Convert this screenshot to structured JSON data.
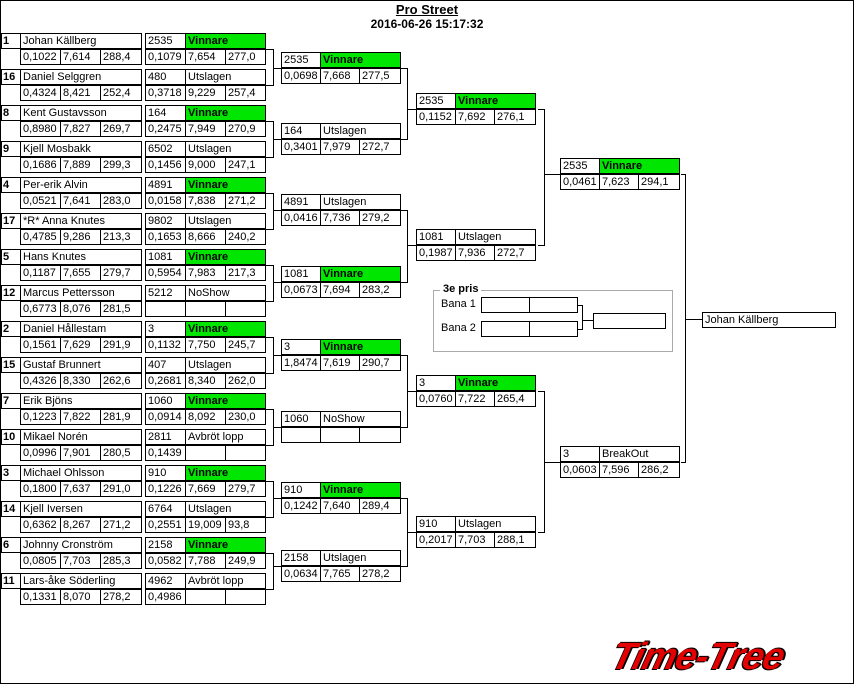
{
  "title": "Pro Street",
  "datetime": "2016-06-26 15:17:32",
  "first_round": [
    {
      "seed": "1",
      "name": "Johan Källberg",
      "rt": "0,1022",
      "et": "7,614",
      "speed": "288,4",
      "rc": "2535",
      "status": "Vinnare",
      "r2": "0,1079",
      "r3": "7,654",
      "r4": "277,0"
    },
    {
      "seed": "16",
      "name": "Daniel Selggren",
      "rt": "0,4324",
      "et": "8,421",
      "speed": "252,4",
      "rc": "480",
      "status": "Utslagen",
      "r2": "0,3718",
      "r3": "9,229",
      "r4": "257,4"
    },
    {
      "seed": "8",
      "name": "Kent Gustavsson",
      "rt": "0,8980",
      "et": "7,827",
      "speed": "269,7",
      "rc": "164",
      "status": "Vinnare",
      "r2": "0,2475",
      "r3": "7,949",
      "r4": "270,9"
    },
    {
      "seed": "9",
      "name": "Kjell Mosbakk",
      "rt": "0,1686",
      "et": "7,889",
      "speed": "299,3",
      "rc": "6502",
      "status": "Utslagen",
      "r2": "0,1456",
      "r3": "9,000",
      "r4": "247,1"
    },
    {
      "seed": "4",
      "name": "Per-erik Alvin",
      "rt": "0,0521",
      "et": "7,641",
      "speed": "283,0",
      "rc": "4891",
      "status": "Vinnare",
      "r2": "0,0158",
      "r3": "7,838",
      "r4": "271,2"
    },
    {
      "seed": "17",
      "name": "*R* Anna Knutes",
      "rt": "0,4785",
      "et": "9,286",
      "speed": "213,3",
      "rc": "9802",
      "status": "Utslagen",
      "r2": "0,1653",
      "r3": "8,666",
      "r4": "240,2"
    },
    {
      "seed": "5",
      "name": "Hans Knutes",
      "rt": "0,1187",
      "et": "7,655",
      "speed": "279,7",
      "rc": "1081",
      "status": "Vinnare",
      "r2": "0,5954",
      "r3": "7,983",
      "r4": "217,3"
    },
    {
      "seed": "12",
      "name": "Marcus Pettersson",
      "rt": "0,6773",
      "et": "8,076",
      "speed": "281,5",
      "rc": "5212",
      "status": "NoShow",
      "r2": "",
      "r3": "",
      "r4": ""
    },
    {
      "seed": "2",
      "name": "Daniel Hållestam",
      "rt": "0,1561",
      "et": "7,629",
      "speed": "291,9",
      "rc": "3",
      "status": "Vinnare",
      "r2": "0,1132",
      "r3": "7,750",
      "r4": "245,7"
    },
    {
      "seed": "15",
      "name": "Gustaf Brunnert",
      "rt": "0,4326",
      "et": "8,330",
      "speed": "262,6",
      "rc": "407",
      "status": "Utslagen",
      "r2": "0,2681",
      "r3": "8,340",
      "r4": "262,0"
    },
    {
      "seed": "7",
      "name": "Erik Bjöns",
      "rt": "0,1223",
      "et": "7,822",
      "speed": "281,9",
      "rc": "1060",
      "status": "Vinnare",
      "r2": "0,0914",
      "r3": "8,092",
      "r4": "230,0"
    },
    {
      "seed": "10",
      "name": "Mikael Norén",
      "rt": "0,0996",
      "et": "7,901",
      "speed": "280,5",
      "rc": "2811",
      "status": "Avbröt lopp",
      "r2": "0,1439",
      "r3": "",
      "r4": ""
    },
    {
      "seed": "3",
      "name": "Michael Ohlsson",
      "rt": "0,1800",
      "et": "7,637",
      "speed": "291,0",
      "rc": "910",
      "status": "Vinnare",
      "r2": "0,1226",
      "r3": "7,669",
      "r4": "279,7"
    },
    {
      "seed": "14",
      "name": "Kjell Iversen",
      "rt": "0,6362",
      "et": "8,267",
      "speed": "271,2",
      "rc": "6764",
      "status": "Utslagen",
      "r2": "0,2551",
      "r3": "19,009",
      "r4": "93,8"
    },
    {
      "seed": "6",
      "name": "Johnny Cronström",
      "rt": "0,0805",
      "et": "7,703",
      "speed": "285,3",
      "rc": "2158",
      "status": "Vinnare",
      "r2": "0,0582",
      "r3": "7,788",
      "r4": "249,9"
    },
    {
      "seed": "11",
      "name": "Lars-åke Söderling",
      "rt": "0,1331",
      "et": "8,070",
      "speed": "278,2",
      "rc": "4962",
      "status": "Avbröt lopp",
      "r2": "0,4986",
      "r3": "",
      "r4": ""
    }
  ],
  "quarter": [
    {
      "rc": "2535",
      "status": "Vinnare",
      "rt": "0,0698",
      "et": "7,668",
      "speed": "277,5"
    },
    {
      "rc": "164",
      "status": "Utslagen",
      "rt": "0,3401",
      "et": "7,979",
      "speed": "272,7"
    },
    {
      "rc": "4891",
      "status": "Utslagen",
      "rt": "0,0416",
      "et": "7,736",
      "speed": "279,2"
    },
    {
      "rc": "1081",
      "status": "Vinnare",
      "rt": "0,0673",
      "et": "7,694",
      "speed": "283,2"
    },
    {
      "rc": "3",
      "status": "Vinnare",
      "rt": "1,8474",
      "et": "7,619",
      "speed": "290,7"
    },
    {
      "rc": "1060",
      "status": "NoShow",
      "rt": "",
      "et": "",
      "speed": ""
    },
    {
      "rc": "910",
      "status": "Vinnare",
      "rt": "0,1242",
      "et": "7,640",
      "speed": "289,4"
    },
    {
      "rc": "2158",
      "status": "Utslagen",
      "rt": "0,0634",
      "et": "7,765",
      "speed": "278,2"
    }
  ],
  "semi": [
    {
      "rc": "2535",
      "status": "Vinnare",
      "rt": "0,1152",
      "et": "7,692",
      "speed": "276,1"
    },
    {
      "rc": "1081",
      "status": "Utslagen",
      "rt": "0,1987",
      "et": "7,936",
      "speed": "272,7"
    },
    {
      "rc": "3",
      "status": "Vinnare",
      "rt": "0,0760",
      "et": "7,722",
      "speed": "265,4"
    },
    {
      "rc": "910",
      "status": "Utslagen",
      "rt": "0,2017",
      "et": "7,703",
      "speed": "288,1"
    }
  ],
  "final": [
    {
      "rc": "2535",
      "status": "Vinnare",
      "rt": "0,0461",
      "et": "7,623",
      "speed": "294,1"
    },
    {
      "rc": "3",
      "status": "BreakOut",
      "rt": "0,0603",
      "et": "7,596",
      "speed": "286,2"
    }
  ],
  "champion": "Johan Källberg",
  "third_place": {
    "title": "3e pris",
    "lane1": "Bana 1",
    "lane2": "Bana 2"
  },
  "logo": "Time-Tree",
  "colors": {
    "winner": "#00e600",
    "logo": "#e20000"
  }
}
